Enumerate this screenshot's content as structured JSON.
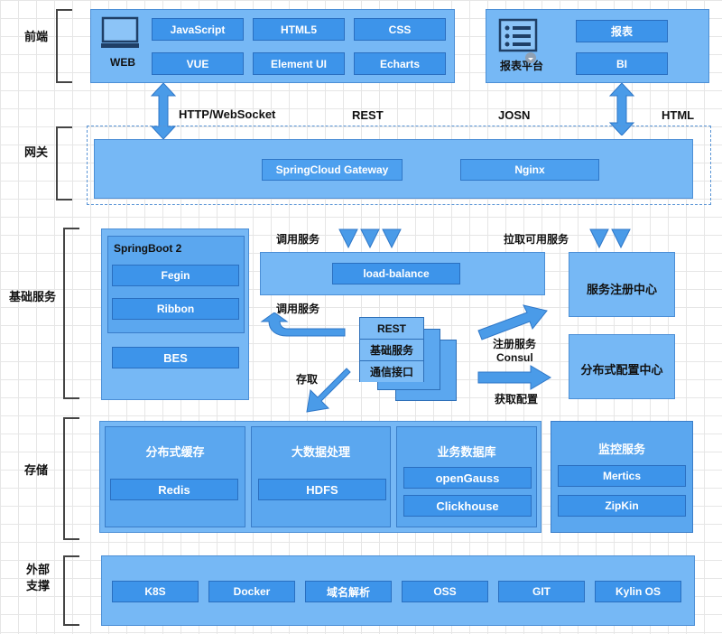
{
  "tiers": {
    "frontend": "前端",
    "gateway": "网关",
    "base_services": "基础服务",
    "storage": "存储",
    "external": [
      "外部",
      "支撑"
    ]
  },
  "frontend": {
    "web_label": "WEB",
    "web_items": [
      "JavaScript",
      "HTML5",
      "CSS",
      "VUE",
      "Element UI",
      "Echarts"
    ],
    "report_label": "报表平台",
    "report_items": [
      "报表",
      "BI"
    ]
  },
  "protocols": {
    "http": "HTTP/WebSocket",
    "rest": "REST",
    "json": "JOSN",
    "html": "HTML"
  },
  "gateway": {
    "items": [
      "SpringCloud Gateway",
      "Nginx"
    ]
  },
  "springboot": {
    "title": "SpringBoot 2",
    "items": [
      "Fegin",
      "Ribbon"
    ],
    "bes": "BES"
  },
  "services": {
    "call_service_top": "调用服务",
    "load_balance": "load-balance",
    "call_service_side": "调用服务",
    "stack_rows": [
      "REST",
      "基础服务",
      "通信接口"
    ],
    "store_access": "存取",
    "pull_service": "拉取可用服务",
    "register_label": "注册服务",
    "consul_label": "Consul",
    "get_config_label": "获取配置",
    "registry_center": "服务注册中心",
    "config_center": "分布式配置中心"
  },
  "storage": {
    "cache_title": "分布式缓存",
    "cache_item": "Redis",
    "bigdata_title": "大数据处理",
    "bigdata_item": "HDFS",
    "db_title": "业务数据库",
    "db_items": [
      "openGauss",
      "Clickhouse"
    ],
    "monitor_title": "监控服务",
    "monitor_items": [
      "Mertics",
      "ZipKin"
    ]
  },
  "external": {
    "items": [
      "K8S",
      "Docker",
      "域名解析",
      "OSS",
      "GIT",
      "Kylin OS"
    ]
  },
  "colors": {
    "panel": "#76b8f5",
    "chip": "#3d94ea",
    "arrow": "#4a9be8"
  }
}
